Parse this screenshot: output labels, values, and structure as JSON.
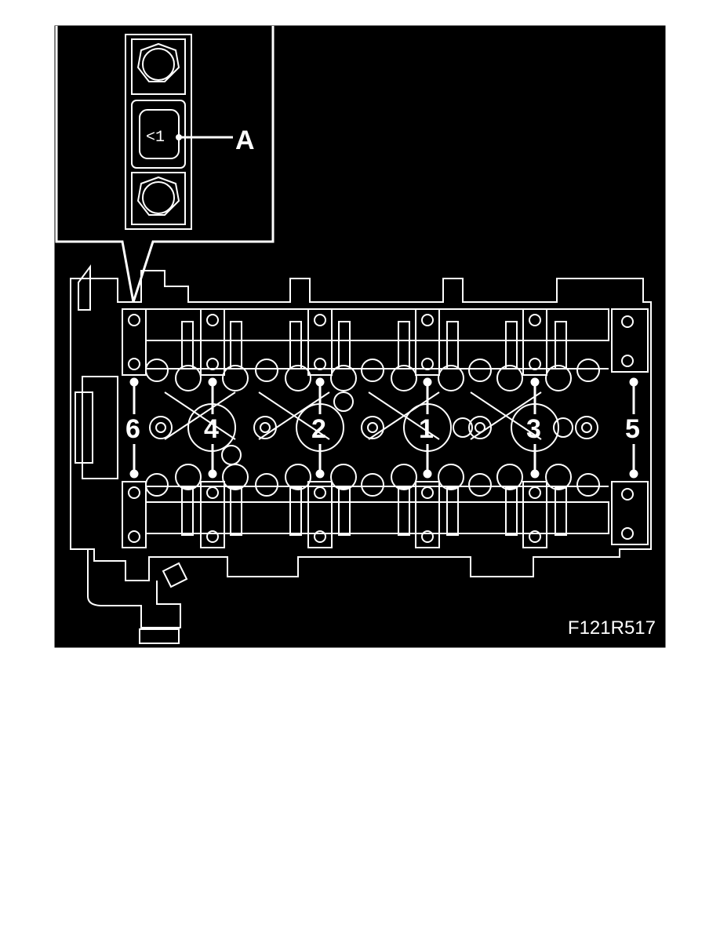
{
  "figure_code": "F121R517",
  "callouts": {
    "inset": "A",
    "bolt_1": "1",
    "bolt_2": "2",
    "bolt_3": "3",
    "bolt_4": "4",
    "bolt_5": "5",
    "bolt_6": "6"
  },
  "inset_mark": "<1",
  "colors": {
    "background": "#000000",
    "line": "#ffffff",
    "page": "#ffffff"
  }
}
